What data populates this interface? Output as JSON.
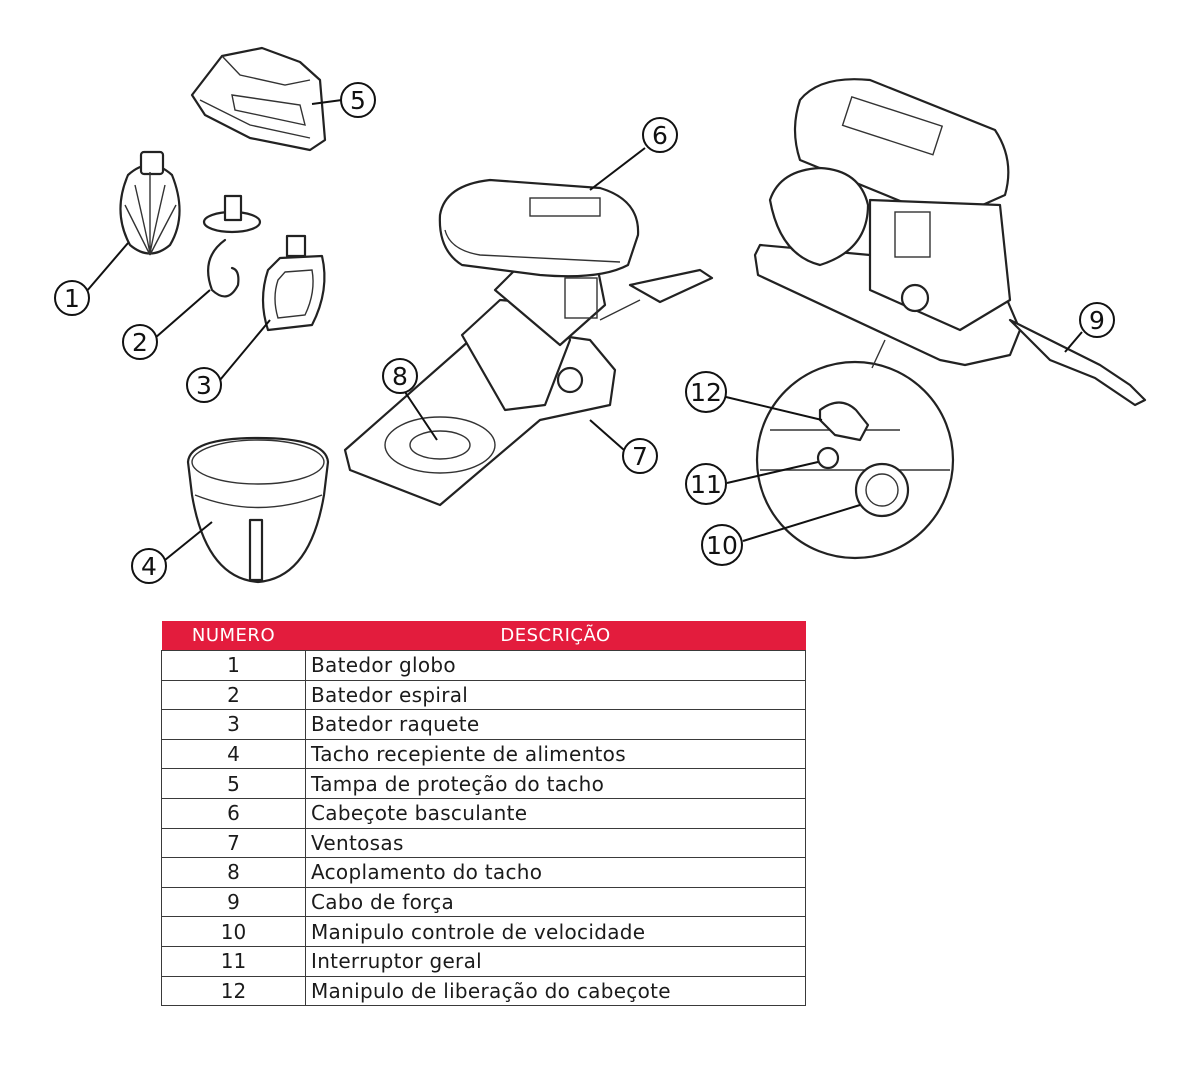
{
  "diagram": {
    "callouts": [
      {
        "id": "1",
        "label": "1"
      },
      {
        "id": "2",
        "label": "2"
      },
      {
        "id": "3",
        "label": "3"
      },
      {
        "id": "4",
        "label": "4"
      },
      {
        "id": "5",
        "label": "5"
      },
      {
        "id": "6",
        "label": "6"
      },
      {
        "id": "7",
        "label": "7"
      },
      {
        "id": "8",
        "label": "8"
      },
      {
        "id": "9",
        "label": "9"
      },
      {
        "id": "10",
        "label": "10"
      },
      {
        "id": "11",
        "label": "11"
      },
      {
        "id": "12",
        "label": "12"
      }
    ]
  },
  "table": {
    "header": {
      "numero": "NUMERO",
      "descricao": "DESCRIÇÃO"
    },
    "header_color": "#e31c3d",
    "rows": [
      {
        "numero": "1",
        "descricao": "Batedor globo"
      },
      {
        "numero": "2",
        "descricao": "Batedor espiral"
      },
      {
        "numero": "3",
        "descricao": "Batedor raquete"
      },
      {
        "numero": "4",
        "descricao": "Tacho recepiente de alimentos"
      },
      {
        "numero": "5",
        "descricao": "Tampa de proteção do tacho"
      },
      {
        "numero": "6",
        "descricao": "Cabeçote basculante"
      },
      {
        "numero": "7",
        "descricao": "Ventosas"
      },
      {
        "numero": "8",
        "descricao": "Acoplamento do tacho"
      },
      {
        "numero": "9",
        "descricao": "Cabo de força"
      },
      {
        "numero": "10",
        "descricao": "Manipulo controle de velocidade"
      },
      {
        "numero": "11",
        "descricao": "Interruptor geral"
      },
      {
        "numero": "12",
        "descricao": "Manipulo de liberação do cabeçote"
      }
    ]
  }
}
